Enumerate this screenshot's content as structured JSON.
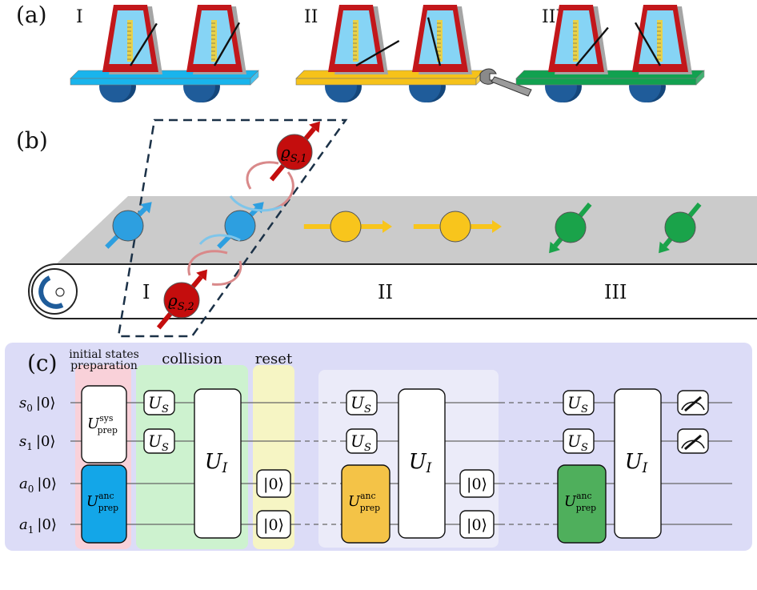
{
  "panel_a": {
    "label": "(a)",
    "groups": [
      {
        "roman": "I",
        "platform_color": "#19b4ec",
        "wrench": false,
        "pendulum_angles": [
          32,
          30
        ]
      },
      {
        "roman": "II",
        "platform_color": "#f6c21a",
        "wrench": true,
        "pendulum_angles": [
          60,
          -14
        ]
      },
      {
        "roman": "III",
        "platform_color": "#12a150",
        "wrench": false,
        "pendulum_angles": [
          40,
          -30
        ]
      }
    ],
    "metronome_colors": {
      "frame": "#c2171b",
      "face": "#86d4f5",
      "scale": "#e8d24a"
    },
    "wheel_color": "#1f5c9a"
  },
  "panel_b": {
    "label": "(b)",
    "regions": [
      "I",
      "II",
      "III"
    ],
    "qubit_labels": [
      "ϱ",
      "S,1",
      "S,2"
    ],
    "colors": {
      "belt": "#c9c9c9",
      "blue": "#2d9fe0",
      "yellow": "#f8c51c",
      "green": "#1aa34a",
      "red": "#c40d0d"
    }
  },
  "panel_c": {
    "label": "(c)",
    "section_headers": [
      "initial states",
      "preparation",
      "collision",
      "reset"
    ],
    "wires": [
      {
        "q": "s",
        "sub": "0",
        "ket": "|0⟩"
      },
      {
        "q": "s",
        "sub": "1",
        "ket": "|0⟩"
      },
      {
        "q": "a",
        "sub": "0",
        "ket": "|0⟩"
      },
      {
        "q": "a",
        "sub": "1",
        "ket": "|0⟩"
      }
    ],
    "gates": {
      "U": "U",
      "prep_sub": "prep",
      "sys_sup": "sys",
      "anc_sup": "anc",
      "S_sub": "S",
      "I_sub": "I",
      "reset_ket": "|0⟩"
    },
    "colors": {
      "bg": "#dcdcf7",
      "prep_bg": "#f9d1d9",
      "collision_bg": "#cdf2cf",
      "reset_bg": "#f6f5c4",
      "step2_bg": "#ebebf9",
      "anc_blue": "#13a6e8",
      "anc_yellow": "#f4c347",
      "anc_green": "#4faf5c"
    }
  }
}
